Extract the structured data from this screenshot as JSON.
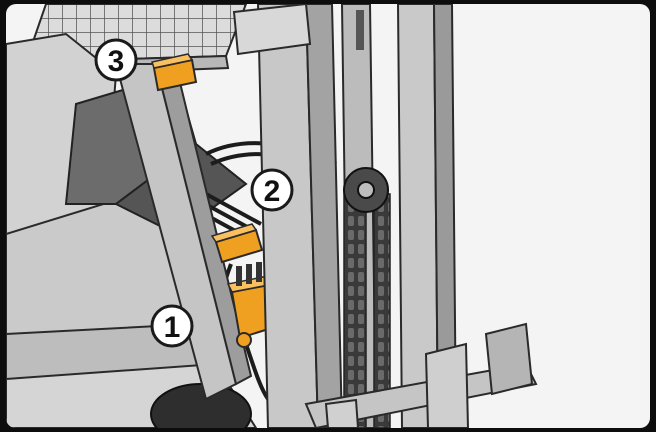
{
  "colors": {
    "frame": "#0d0d0d",
    "background": "#f4f4f4",
    "metal": "#c9c9c9",
    "metal_dark": "#8e8e8e",
    "outline": "#2a2a2a",
    "component": "#f0a020",
    "component_dark": "#c27810"
  },
  "callouts": [
    {
      "id": "callout-1",
      "label": "1"
    },
    {
      "id": "callout-2",
      "label": "2"
    },
    {
      "id": "callout-3",
      "label": "3"
    }
  ]
}
